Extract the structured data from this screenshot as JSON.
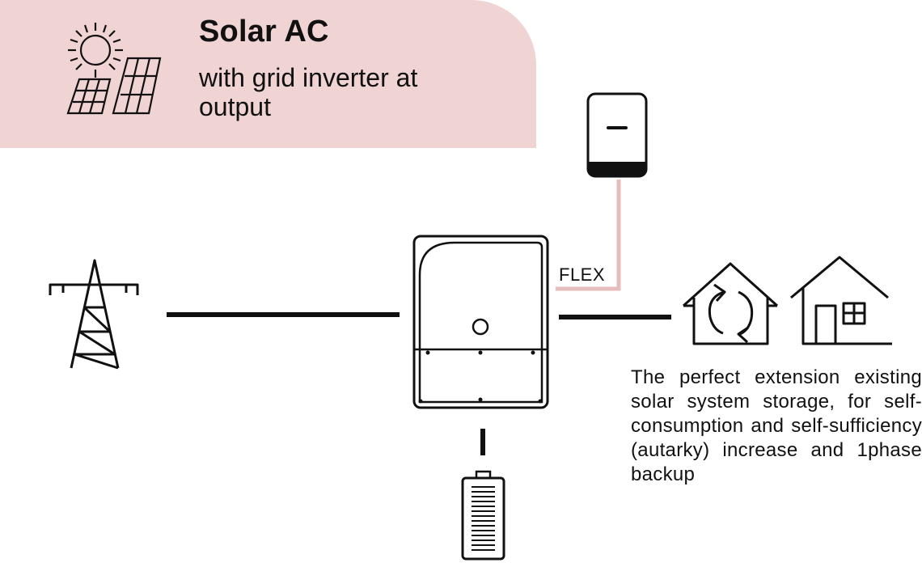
{
  "header": {
    "title": "Solar AC",
    "subtitle": "with grid inverter at output"
  },
  "diagram": {
    "flex_label": "FLEX",
    "description": "The perfect extension existing solar system storage, for self-consumption and self-sufficiency (autarky) increase and 1phase backup",
    "colors": {
      "header_band": "#f0d3d3",
      "flex_line": "#e6bdbd",
      "stroke": "#111111"
    }
  }
}
